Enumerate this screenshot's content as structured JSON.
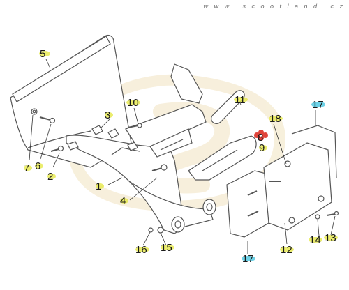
{
  "watermark": {
    "url": "w w w . s c o o t l a n d . c z"
  },
  "callouts": [
    {
      "id": "5",
      "label": "5",
      "marker": "#e6e84a"
    },
    {
      "id": "11",
      "label": "11",
      "marker": "#e6e84a"
    },
    {
      "id": "10",
      "label": "10",
      "marker": "#e6e84a"
    },
    {
      "id": "3",
      "label": "3",
      "marker": "#e6e84a"
    },
    {
      "id": "18",
      "label": "18",
      "marker": "#e6e84a"
    },
    {
      "id": "17a",
      "label": "17",
      "marker": "#49c6e0"
    },
    {
      "id": "8",
      "label": "8",
      "marker": "#e6e84a"
    },
    {
      "id": "9",
      "label": "9",
      "marker": "#e6e84a"
    },
    {
      "id": "7",
      "label": "7",
      "marker": "#e6e84a"
    },
    {
      "id": "6",
      "label": "6",
      "marker": "#e6e84a"
    },
    {
      "id": "2",
      "label": "2",
      "marker": "#e6e84a"
    },
    {
      "id": "1",
      "label": "1",
      "marker": "#e6e84a"
    },
    {
      "id": "4",
      "label": "4",
      "marker": "#e6e84a"
    },
    {
      "id": "16",
      "label": "16",
      "marker": "#e6e84a"
    },
    {
      "id": "15",
      "label": "15",
      "marker": "#e6e84a"
    },
    {
      "id": "12",
      "label": "12",
      "marker": "#e6e84a"
    },
    {
      "id": "14",
      "label": "14",
      "marker": "#e6e84a"
    },
    {
      "id": "13",
      "label": "13",
      "marker": "#e6e84a"
    },
    {
      "id": "17b",
      "label": "17",
      "marker": "#49c6e0"
    }
  ],
  "colors": {
    "line": "#555555",
    "watermark_ring": "#f1e3c0",
    "alert": "#e0443a"
  },
  "icons": {
    "part8_marker": "red-flower-icon"
  }
}
